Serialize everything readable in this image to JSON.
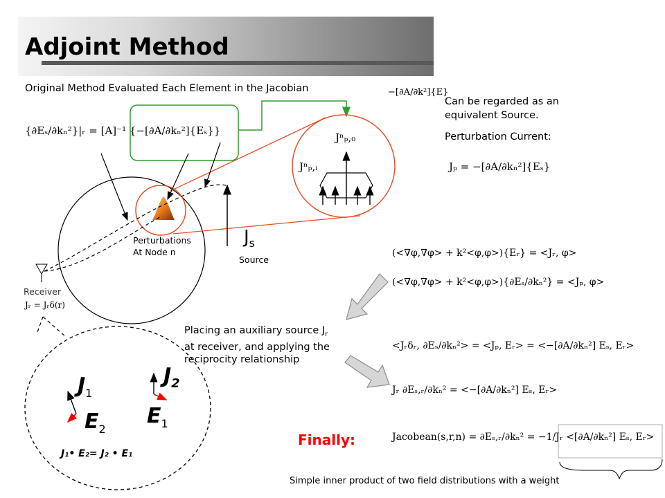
{
  "title": "Adjoint Method",
  "labels": {
    "original_method": "Original Method Evaluated Each Element in the Jacobian",
    "equivalent_source": "Can be regarded as an equivalent Source.",
    "perturbation_current": "Perturbation Current:",
    "perturbations": "Perturbations",
    "at_node": "At Node n",
    "js_main": "J",
    "js_sub": "s",
    "source": "Source",
    "receiver": "Receiver",
    "placing_line1": "Placing an auxiliary source J",
    "placing_sub": "r",
    "placing_line2": "at receiver, and applying the",
    "placing_line3": "reciprocity relationship",
    "finally": "Finally:",
    "inner_product": "Simple inner product of two field distributions with a weight"
  },
  "inset": {
    "j1": "J",
    "j1_sub": "1",
    "j2": "J",
    "j2_sub": "2",
    "e1": "E",
    "e1_sub": "1",
    "e2": "E",
    "e2_sub": "2",
    "relation": "J₁• E₂= J₂ • E₁"
  },
  "equations": {
    "jacobian_original": "{∂Eₛ/∂kₙ²}|ᵣ = [A]⁻¹ {−[∂A/∂kₙ²]{Eₛ}}",
    "source_term": "−[∂A/∂k²]{E}",
    "perturbation_current": "Jₚ = −[∂A/∂kₙ²]{Eₛ}",
    "jpn0": "Jⁿₚ,₀",
    "jpni": "Jⁿₚ,ᵢ",
    "receiver_source": "Jᵣ = Jᵣδ(r)",
    "weak_form_1": "(<∇φ,∇φ> + k²<φ,φ>){Eᵣ} = <Jᵣ, φ>",
    "weak_form_2": "(<∇φ,∇φ> + k²<φ,φ>){∂Eₛ/∂kₙ²} = <Jₚ, φ>",
    "reciprocity_1": "<Jᵣδᵣ, ∂Eₛ/∂kₙ²> = <Jₚ, Eᵣ> = <−[∂A/∂kₙ²] Eₛ, Eᵣ>",
    "reciprocity_2": "Jᵣ ∂Eₛ,ᵣ/∂kₙ² = <−[∂A/∂kₙ²] Eₛ, Eᵣ>",
    "final": "Jacobean(s,r,n) = ∂Eₛ,ᵣ/∂kₙ² = −1/Jᵣ <[∂A/∂kₙ²] Eₛ, Eᵣ>"
  },
  "colors": {
    "green": "#2e9e2e",
    "red": "#ff0000",
    "orange": "#e8502a",
    "gray_arrow": "#c0c0c0"
  }
}
